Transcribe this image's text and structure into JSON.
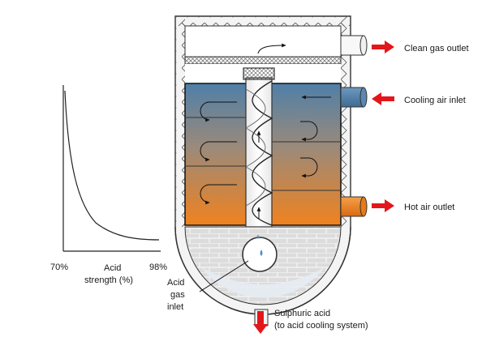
{
  "graph": {
    "x_left_label": "70%",
    "x_right_label": "98%",
    "x_axis_label_line1": "Acid",
    "x_axis_label_line2": "strength (%)"
  },
  "labels": {
    "clean_gas_outlet": "Clean gas outlet",
    "cooling_air_inlet": "Cooling air inlet",
    "hot_air_outlet": "Hot air outlet",
    "acid_gas_inlet_line1": "Acid",
    "acid_gas_inlet_line2": "gas",
    "acid_gas_inlet_line3": "inlet",
    "sulphuric_acid_line1": "Sulphuric acid",
    "sulphuric_acid_line2": "(to acid cooling system)"
  },
  "colors": {
    "arrow_red": "#e3161b",
    "cooling_blue": "#4f7fa8",
    "hot_orange": "#f0821e",
    "wall_fill": "#f4f4f4",
    "wall_stroke": "#333333",
    "brick_fill": "#dddddd"
  }
}
